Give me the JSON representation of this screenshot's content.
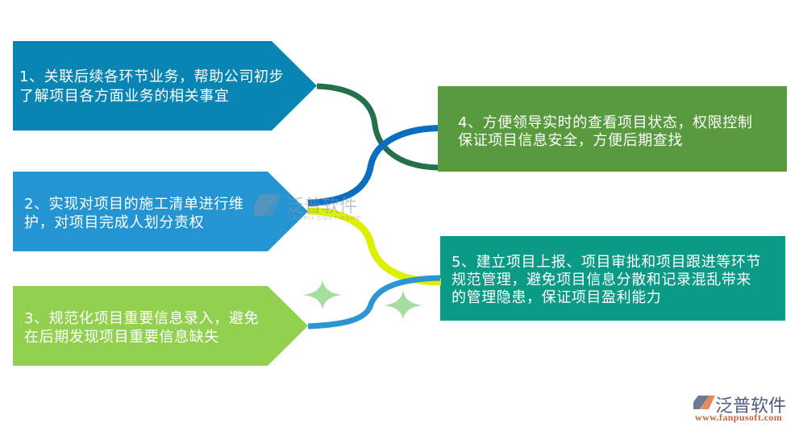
{
  "boxes": [
    {
      "id": 1,
      "color": "#0985b3",
      "lines": [
        "1、关联后续各环节业务，帮助公司初步",
        "了解项目各方面业务的相关事宜"
      ]
    },
    {
      "id": 2,
      "color": "#2594d2",
      "lines": [
        "2、实现对项目的施工清单进行维",
        "护，对项目完成人划分责权"
      ]
    },
    {
      "id": 3,
      "color": "#92d050",
      "lines": [
        "3、规范化项目重要信息录入，避免",
        "在后期发现项目重要信息缺失"
      ]
    },
    {
      "id": 4,
      "color": "#589a3e",
      "lines": [
        "4、方便领导实时的查看项目状态，权限控制",
        "保证项目信息安全，方便后期查找"
      ]
    },
    {
      "id": 5,
      "color": "#0b9a85",
      "lines": [
        "5、建立项目上报、项目审批和项目跟进等环节",
        "规范管理，避免项目信息分散和记录混乱带来",
        "的管理隐患，保证项目盈利能力"
      ]
    }
  ],
  "connectors": [
    {
      "from": 1,
      "to": 4,
      "color": "#23704a"
    },
    {
      "from": 2,
      "to": 4,
      "color": "#0a6fc2"
    },
    {
      "from": 2,
      "to": 5,
      "color": "#dcf000"
    },
    {
      "from": 3,
      "to": 5,
      "color": "#2a96d2"
    }
  ],
  "decorations": {
    "star_color": "#a6dea0"
  },
  "watermark": {
    "brand": "泛普软件",
    "sub": "FANPU SOFTWARE"
  },
  "logo": {
    "brand": "泛普软件",
    "url": "www.fanpusoft.com",
    "brand_color": "#4b5b7a",
    "url_color": "#c8663a"
  }
}
